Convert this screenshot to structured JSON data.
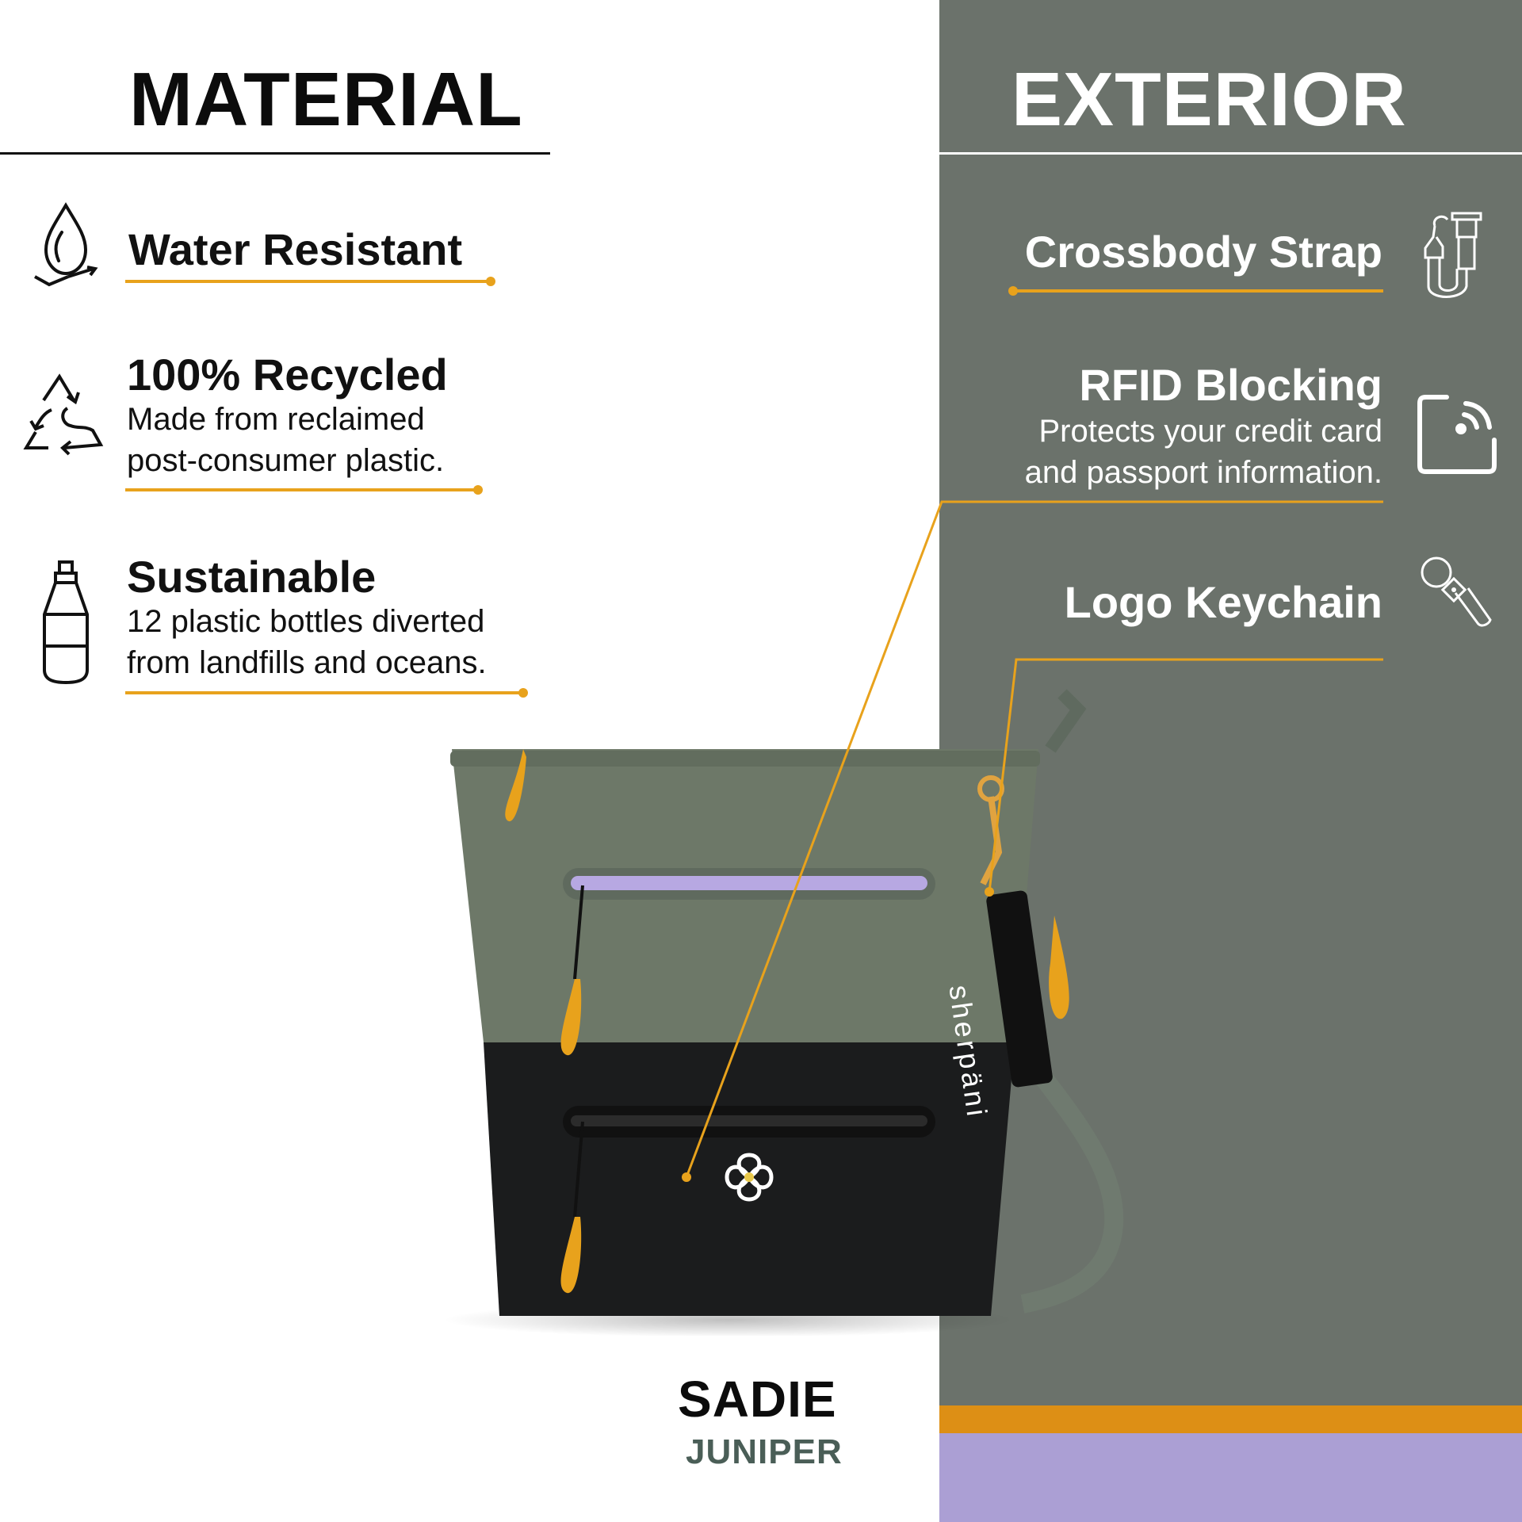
{
  "colors": {
    "right_panel_bg": "#6b726b",
    "accent_orange": "#e8a21c",
    "band_orange": "#dd8f15",
    "band_lavender": "#ab9fd4",
    "text_dark": "#0c0c0c",
    "text_light": "#ffffff",
    "color_name": "#4a5e57"
  },
  "material": {
    "title": "MATERIAL",
    "features": [
      {
        "icon": "water-drop-icon",
        "title": "Water Resistant",
        "description": ""
      },
      {
        "icon": "recycle-icon",
        "title": "100% Recycled",
        "description_lines": [
          "Made from reclaimed",
          "post-consumer plastic."
        ]
      },
      {
        "icon": "bottle-icon",
        "title": "Sustainable",
        "description_lines": [
          "12 plastic bottles diverted",
          "from landfills and oceans."
        ]
      }
    ]
  },
  "exterior": {
    "title": "EXTERIOR",
    "features": [
      {
        "icon": "strap-icon",
        "title": "Crossbody Strap",
        "description_lines": []
      },
      {
        "icon": "rfid-card-icon",
        "title": "RFID Blocking",
        "description_lines": [
          "Protects your credit card",
          "and passport information."
        ]
      },
      {
        "icon": "keychain-icon",
        "title": "Logo Keychain",
        "description_lines": []
      }
    ]
  },
  "product": {
    "name": "SADIE",
    "color": "JUNIPER",
    "keychain_brand": "sherpäni"
  }
}
